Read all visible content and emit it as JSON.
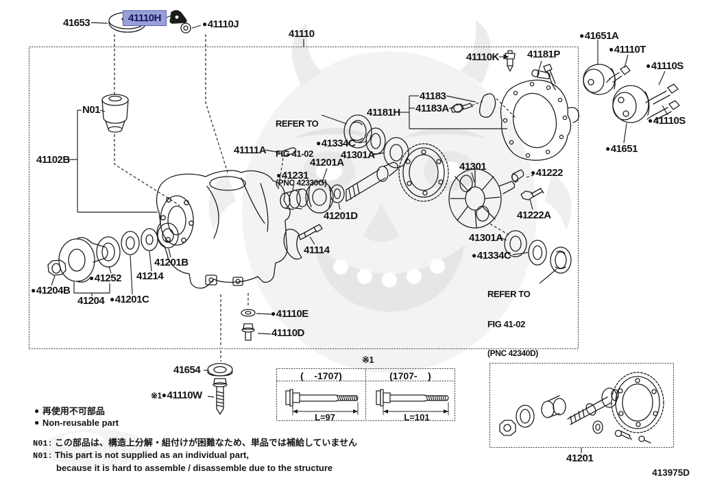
{
  "doc": {
    "number": "413975D"
  },
  "colors": {
    "highlight_bg": "#98a0d7",
    "highlight_border": "#5a63b5",
    "highlight_text": "#15155e",
    "ink": "#1c1c1c"
  },
  "markers": {
    "note1": "※1",
    "bullet": "●"
  },
  "labels": {
    "p41653": "41653",
    "p41110H": "41110H",
    "p41110J": "41110J",
    "p41110": "41110",
    "p41651A": "41651A",
    "p41110T": "41110T",
    "p41110S_a": "41110S",
    "p41110S_b": "41110S",
    "p41651": "41651",
    "p41110K": "41110K",
    "p41181P": "41181P",
    "p41183": "41183",
    "p41183A": "41183A",
    "p41181H": "41181H",
    "p41334C_a": "41334C",
    "p41301A_a": "41301A",
    "p41201A": "41201A",
    "p41111A": "41111A",
    "p41231": "41231",
    "p41201D": "41201D",
    "p41114": "41114",
    "p41301": "41301",
    "p41222": "41222",
    "p41222A": "41222A",
    "p41301A_b": "41301A",
    "p41334C_b": "41334C",
    "pN01": "N01",
    "p41102B": "41102B",
    "p41201B": "41201B",
    "p41214": "41214",
    "p41252": "41252",
    "p41204B": "41204B",
    "p41204": "41204",
    "p41201C": "41201C",
    "p41110E": "41110E",
    "p41110D": "41110D",
    "p41654": "41654",
    "p41110W": "41110W",
    "p41201": "41201"
  },
  "refer_a": {
    "l1": "REFER TO",
    "l2": "FIG 41-02",
    "l3": "(PNC 42330G)"
  },
  "refer_b": {
    "l1": "REFER TO",
    "l2": "FIG 41-02",
    "l3": "(PNC 42340D)"
  },
  "table": {
    "marker": "※1",
    "columns": [
      {
        "header": "(    -1707)",
        "length": "L=97"
      },
      {
        "header": "(1707-    )",
        "length": "L=101"
      }
    ]
  },
  "legend": {
    "jp": "再使用不可部品",
    "en": "Non-reusable part"
  },
  "notes": {
    "prefix": "N01:",
    "jp": "この部品は、構造上分解・組付けが困難なため、単品では補給していません",
    "en1": "This part is not supplied as an individual part,",
    "en2": "because it is hard to assemble / disassemble due to the structure"
  }
}
